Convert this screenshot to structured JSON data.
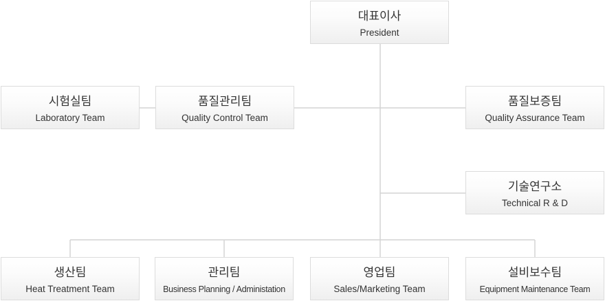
{
  "chart_data": {
    "type": "org-chart",
    "nodes": [
      {
        "id": "president",
        "ko": "대표이사",
        "en": "President"
      },
      {
        "id": "laboratory",
        "ko": "시험실팀",
        "en": "Laboratory Team"
      },
      {
        "id": "quality-control",
        "ko": "품질관리팀",
        "en": "Quality Control Team"
      },
      {
        "id": "quality-assurance",
        "ko": "품질보증팀",
        "en": "Quality Assurance Team"
      },
      {
        "id": "rnd",
        "ko": "기술연구소",
        "en": "Technical R & D"
      },
      {
        "id": "heat-treatment",
        "ko": "생산팀",
        "en": "Heat Treatment Team"
      },
      {
        "id": "business-planning",
        "ko": "관리팀",
        "en": "Business Planning / Administation"
      },
      {
        "id": "sales-marketing",
        "ko": "영업팀",
        "en": "Sales/Marketing Team"
      },
      {
        "id": "equipment-maintenance",
        "ko": "설비보수팀",
        "en": "Equipment Maintenance Team"
      }
    ],
    "edges": [
      [
        "president",
        "quality-control"
      ],
      [
        "president",
        "quality-assurance"
      ],
      [
        "president",
        "rnd"
      ],
      [
        "president",
        "heat-treatment"
      ],
      [
        "president",
        "business-planning"
      ],
      [
        "president",
        "sales-marketing"
      ],
      [
        "president",
        "equipment-maintenance"
      ],
      [
        "quality-control",
        "laboratory"
      ]
    ]
  },
  "colors": {
    "line": "#d4d4d4",
    "box_border": "#dcdcdc",
    "text": "#333333"
  }
}
